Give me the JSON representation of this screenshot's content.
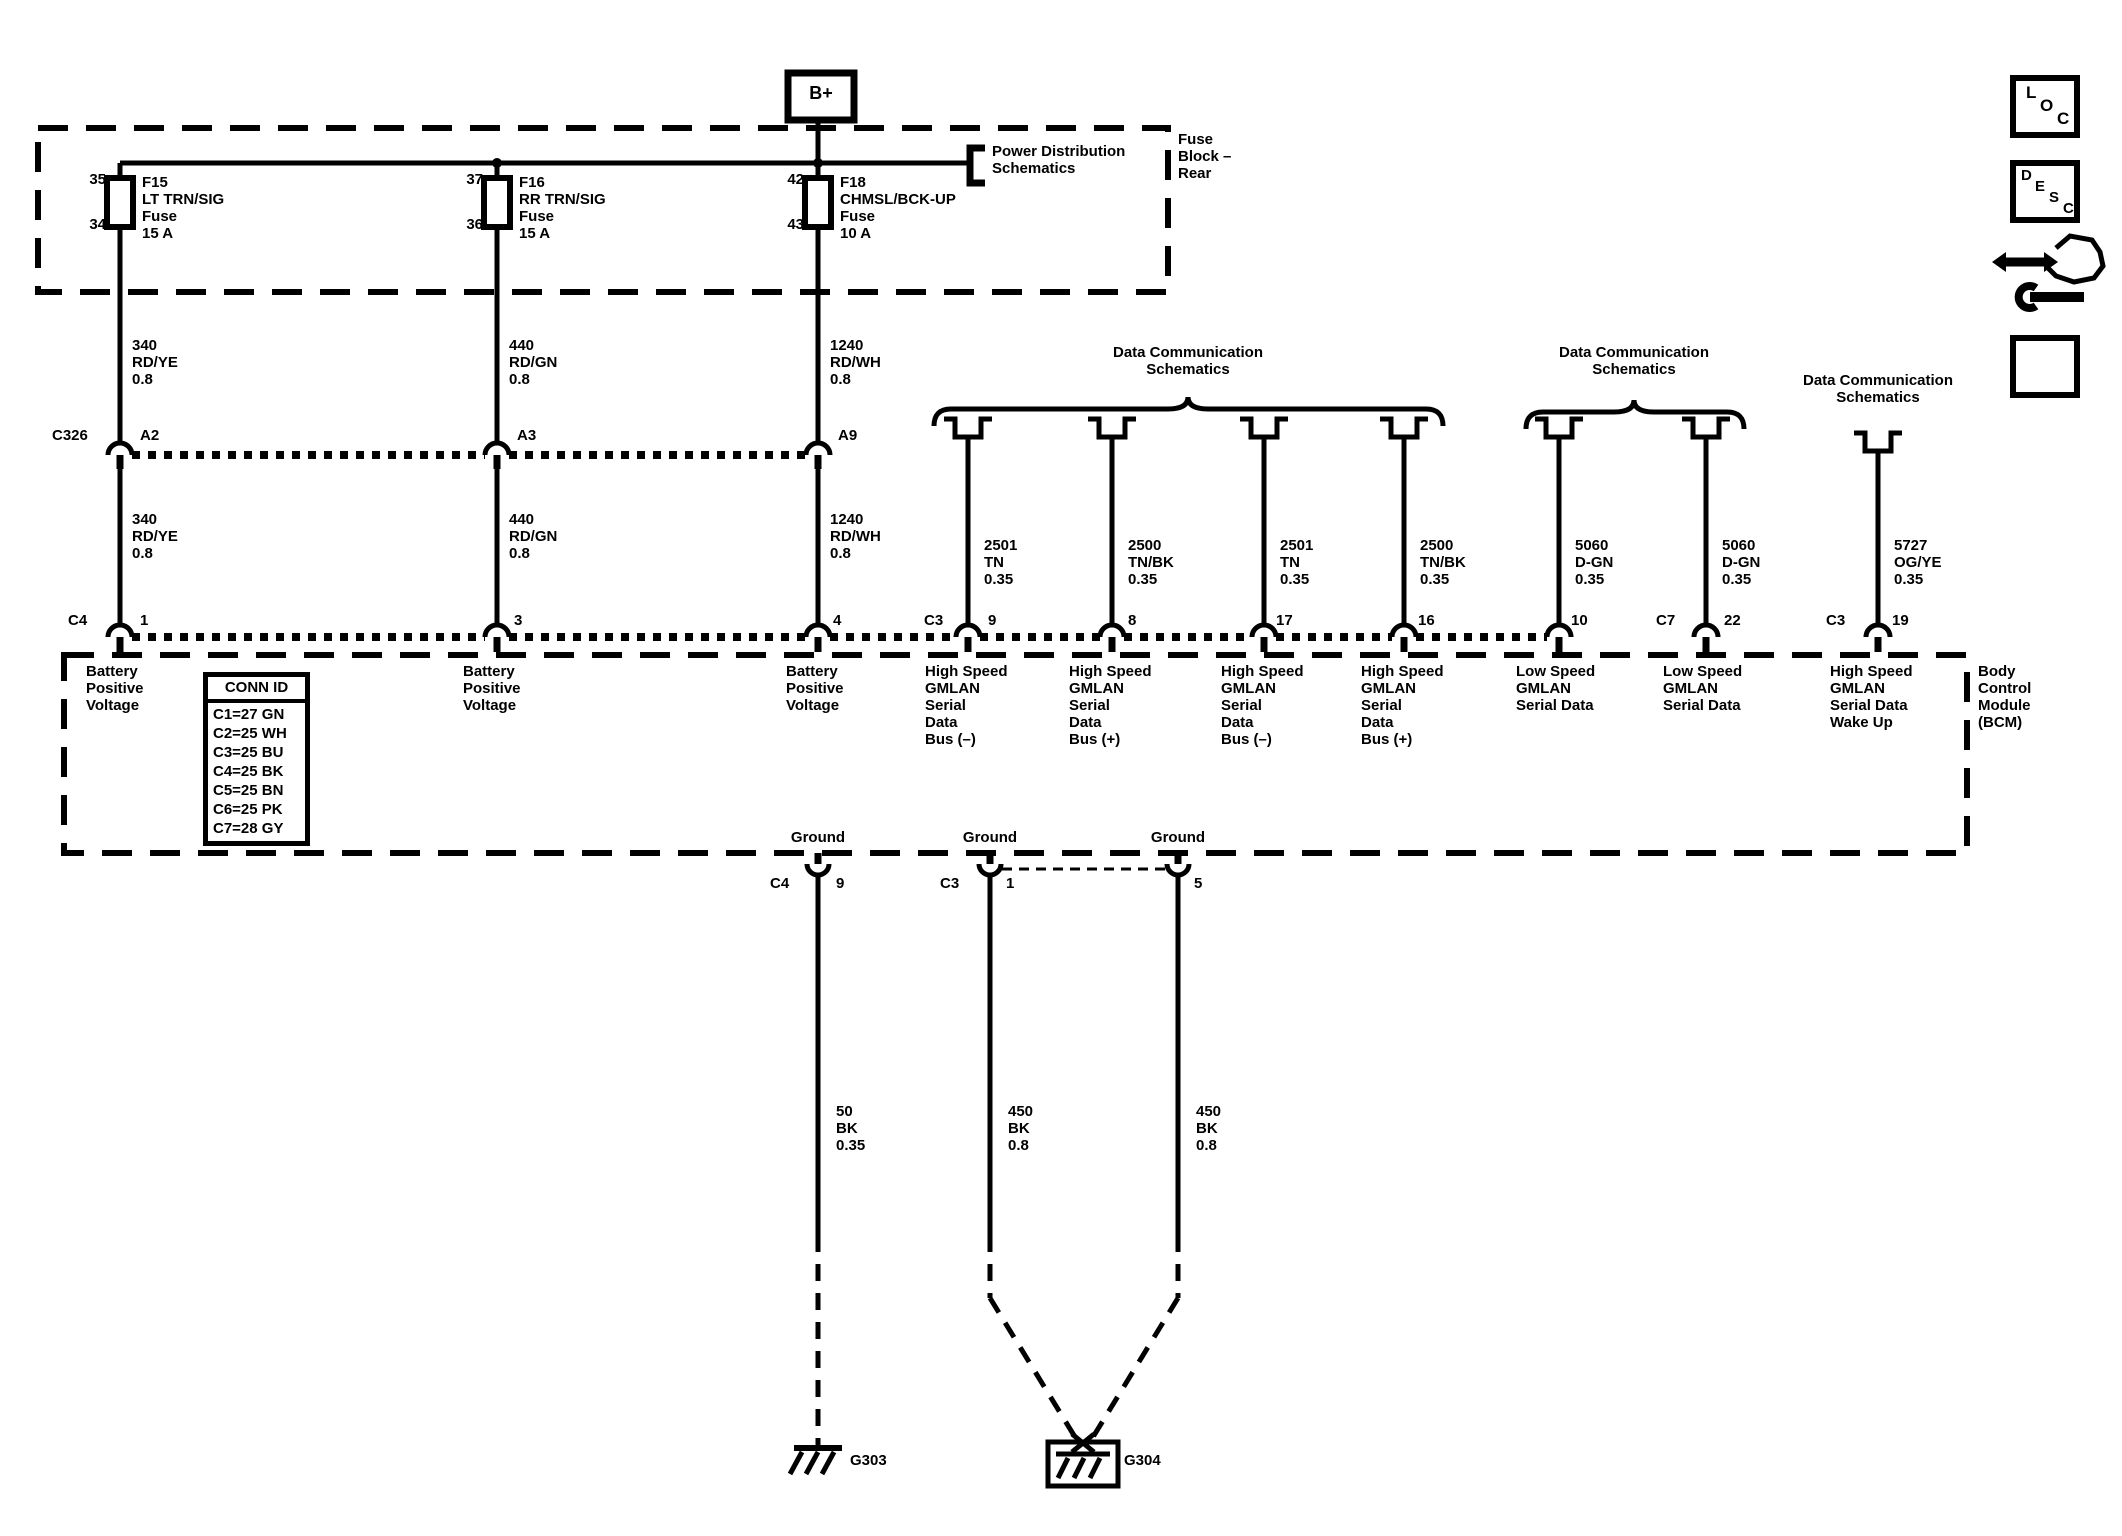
{
  "b_plus_label": "B+",
  "fuse_block": {
    "title_line1": "Fuse",
    "title_line2": "Block –",
    "title_line3": "Rear",
    "fuses": [
      {
        "pin_top": "35",
        "pin_bottom": "34",
        "id": "F15",
        "name": "LT TRN/SIG",
        "type": "Fuse",
        "rating": "15 A"
      },
      {
        "pin_top": "37",
        "pin_bottom": "36",
        "id": "F16",
        "name": "RR TRN/SIG",
        "type": "Fuse",
        "rating": "15 A"
      },
      {
        "pin_top": "42",
        "pin_bottom": "43",
        "id": "F18",
        "name": "CHMSL/BCK-UP",
        "type": "Fuse",
        "rating": "10 A"
      }
    ]
  },
  "power_distribution": {
    "line1": "Power Distribution",
    "line2": "Schematics"
  },
  "data_comm": {
    "line1": "Data Communication",
    "line2": "Schematics"
  },
  "c326": {
    "name": "C326",
    "pin1": "A2",
    "pin2": "A3",
    "pin3": "A9"
  },
  "wires_main": [
    {
      "circuit": "340",
      "color": "RD/YE",
      "gauge": "0.8"
    },
    {
      "circuit": "440",
      "color": "RD/GN",
      "gauge": "0.8"
    },
    {
      "circuit": "1240",
      "color": "RD/WH",
      "gauge": "0.8"
    }
  ],
  "wires_gmlan": [
    {
      "circuit": "2501",
      "color": "TN",
      "gauge": "0.35"
    },
    {
      "circuit": "2500",
      "color": "TN/BK",
      "gauge": "0.35"
    },
    {
      "circuit": "2501",
      "color": "TN",
      "gauge": "0.35"
    },
    {
      "circuit": "2500",
      "color": "TN/BK",
      "gauge": "0.35"
    },
    {
      "circuit": "5060",
      "color": "D-GN",
      "gauge": "0.35"
    },
    {
      "circuit": "5060",
      "color": "D-GN",
      "gauge": "0.35"
    },
    {
      "circuit": "5727",
      "color": "OG/YE",
      "gauge": "0.35"
    }
  ],
  "wires_ground": [
    {
      "circuit": "50",
      "color": "BK",
      "gauge": "0.35"
    },
    {
      "circuit": "450",
      "color": "BK",
      "gauge": "0.8"
    },
    {
      "circuit": "450",
      "color": "BK",
      "gauge": "0.8"
    }
  ],
  "bcm": {
    "title_line1": "Body",
    "title_line2": "Control",
    "title_line3": "Module",
    "title_line4": "(BCM)",
    "conn_id": {
      "header": "CONN ID",
      "rows": [
        "C1=27 GN",
        "C2=25 WH",
        "C3=25 BU",
        "C4=25 BK",
        "C5=25 BN",
        "C6=25 PK",
        "C7=28 GY"
      ]
    },
    "top_pins": {
      "c4": "C4",
      "p1": "1",
      "p3": "3",
      "p4": "4",
      "c3": "C3",
      "p9": "9",
      "p8": "8",
      "p17": "17",
      "p16": "16",
      "p10": "10",
      "c7": "C7",
      "p22": "22",
      "c3b": "C3",
      "p19": "19"
    },
    "fn_battery": {
      "l1": "Battery",
      "l2": "Positive",
      "l3": "Voltage"
    },
    "fn_hs_minus": {
      "l1": "High Speed",
      "l2": "GMLAN",
      "l3": "Serial",
      "l4": "Data",
      "l5": "Bus (–)"
    },
    "fn_hs_plus": {
      "l1": "High Speed",
      "l2": "GMLAN",
      "l3": "Serial",
      "l4": "Data",
      "l5": "Bus (+)"
    },
    "fn_ls": {
      "l1": "Low Speed",
      "l2": "GMLAN",
      "l3": "Serial Data"
    },
    "fn_hs_wake": {
      "l1": "High Speed",
      "l2": "GMLAN",
      "l3": "Serial Data",
      "l4": "Wake Up"
    },
    "ground_label": "Ground",
    "bottom_pins": {
      "c4": "C4",
      "p9": "9",
      "c3": "C3",
      "p1": "1",
      "p5": "5"
    }
  },
  "grounds": {
    "g303": "G303",
    "g304": "G304"
  },
  "nav": {
    "loc": {
      "l1": "L",
      "l2": "O",
      "l3": "C"
    },
    "desc": {
      "d": "D",
      "e": "E",
      "s": "S",
      "c": "C"
    }
  }
}
